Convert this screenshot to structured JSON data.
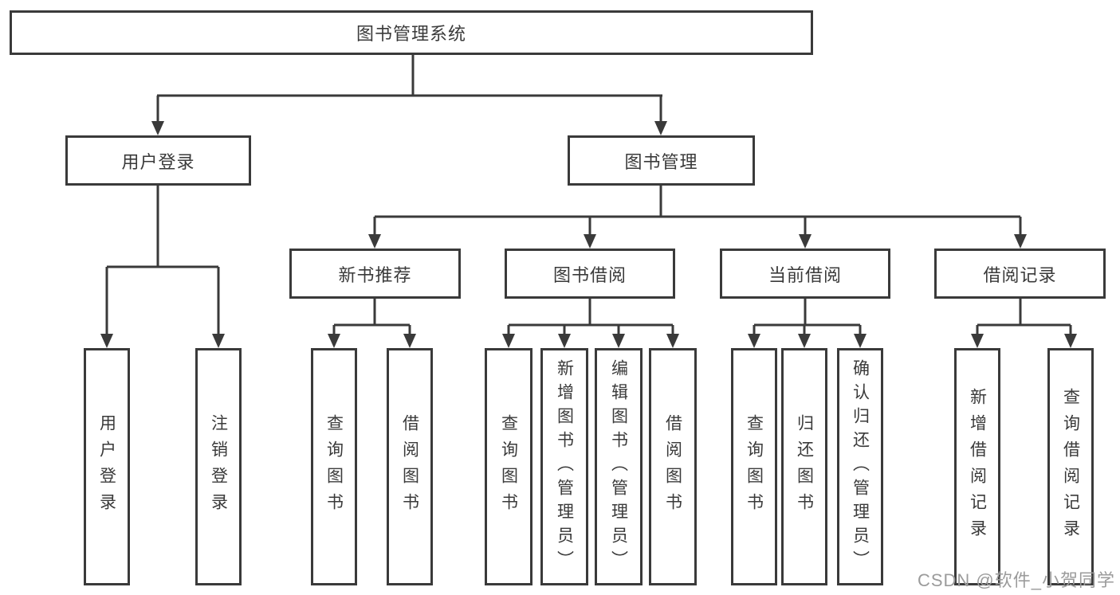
{
  "colors": {
    "line": "#3a3a3a",
    "text": "#3a3a3a",
    "watermark": "#9b9b9b",
    "background": "#ffffff"
  },
  "tree": {
    "root": {
      "label": "图书管理系统"
    },
    "branches": [
      {
        "label": "用户登录",
        "children": [
          {
            "label": "用户登录"
          },
          {
            "label": "注销登录"
          }
        ]
      },
      {
        "label": "图书管理",
        "children": [
          {
            "label": "新书推荐",
            "children": [
              {
                "label": "查询图书"
              },
              {
                "label": "借阅图书"
              }
            ]
          },
          {
            "label": "图书借阅",
            "children": [
              {
                "label": "查询图书"
              },
              {
                "label": "新增图书（管理员）"
              },
              {
                "label": "编辑图书（管理员）"
              },
              {
                "label": "借阅图书"
              }
            ]
          },
          {
            "label": "当前借阅",
            "children": [
              {
                "label": "查询图书"
              },
              {
                "label": "归还图书"
              },
              {
                "label": "确认归还（管理员）"
              }
            ]
          },
          {
            "label": "借阅记录",
            "children": [
              {
                "label": "新增借阅记录"
              },
              {
                "label": "查询借阅记录"
              }
            ]
          }
        ]
      }
    ]
  },
  "watermark": "CSDN @软件_小贺同学"
}
